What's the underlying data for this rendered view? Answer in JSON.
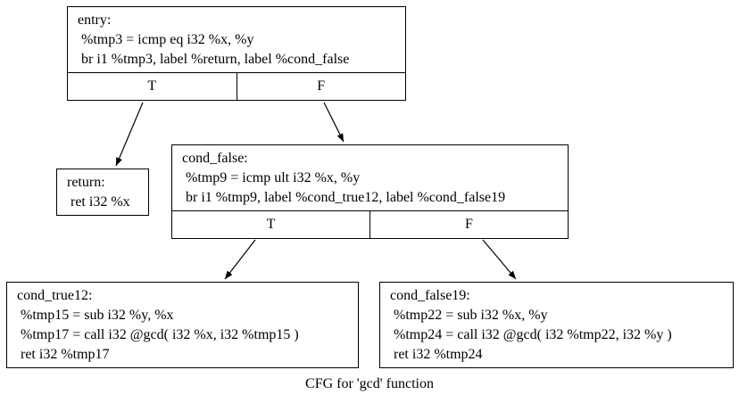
{
  "caption": "CFG for 'gcd' function",
  "colors": {
    "background": "#ffffff",
    "border": "#000000",
    "text": "#000000"
  },
  "nodes": {
    "entry": {
      "lines": [
        "entry:",
        " %tmp3 = icmp eq i32 %x, %y",
        " br i1 %tmp3, label %return, label %cond_false"
      ],
      "branch_labels": {
        "true": "T",
        "false": "F"
      }
    },
    "return": {
      "lines": [
        "return:",
        " ret i32 %x"
      ]
    },
    "cond_false": {
      "lines": [
        "cond_false:",
        " %tmp9 = icmp ult i32 %x, %y",
        " br i1 %tmp9, label %cond_true12, label %cond_false19"
      ],
      "branch_labels": {
        "true": "T",
        "false": "F"
      }
    },
    "cond_true12": {
      "lines": [
        "cond_true12:",
        " %tmp15 = sub i32 %y, %x",
        " %tmp17 = call i32 @gcd( i32 %x, i32 %tmp15 )",
        " ret i32 %tmp17"
      ]
    },
    "cond_false19": {
      "lines": [
        "cond_false19:",
        " %tmp22 = sub i32 %x, %y",
        " %tmp24 = call i32 @gcd( i32 %tmp22, i32 %y )",
        " ret i32 %tmp24"
      ]
    }
  },
  "edges": [
    {
      "from": "entry",
      "branch": "T",
      "to": "return"
    },
    {
      "from": "entry",
      "branch": "F",
      "to": "cond_false"
    },
    {
      "from": "cond_false",
      "branch": "T",
      "to": "cond_true12"
    },
    {
      "from": "cond_false",
      "branch": "F",
      "to": "cond_false19"
    }
  ]
}
